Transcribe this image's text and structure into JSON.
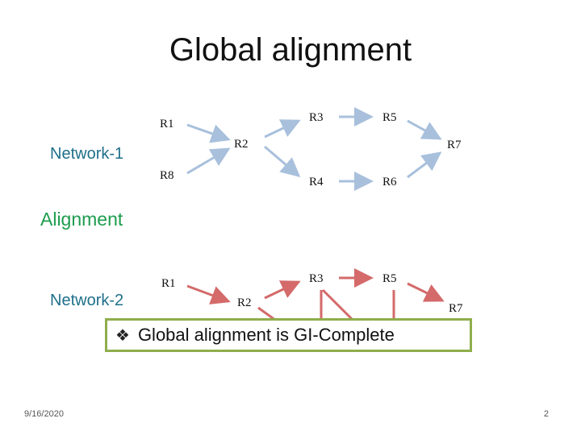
{
  "title": "Global alignment",
  "labels": {
    "network1": "Network-1",
    "alignment": "Alignment",
    "network2": "Network-2"
  },
  "network1": {
    "nodes": [
      "R1",
      "R2",
      "R3",
      "R4",
      "R5",
      "R6",
      "R7",
      "R8"
    ],
    "edge_color": "#a8c0dc"
  },
  "network2": {
    "nodes": [
      "R1",
      "R2",
      "R3",
      "R5",
      "R7"
    ],
    "edge_color": "#d46a6a"
  },
  "callout": {
    "bullet_icon": "diamond-bullet-icon",
    "text": "Global alignment is GI-Complete",
    "border_color": "#8fae4c"
  },
  "footer": {
    "date": "9/16/2020",
    "page": "2"
  }
}
